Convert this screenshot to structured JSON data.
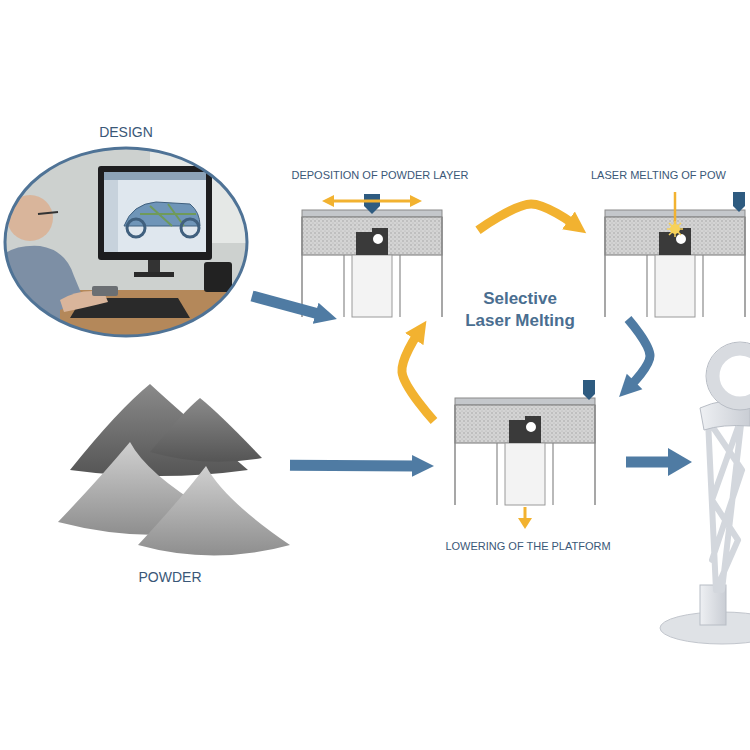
{
  "diagram": {
    "nodes": [
      {
        "text": [
          "DESIGN"
        ]
      },
      {
        "text": [
          "DEPOSITION OF POWDER LAYER"
        ]
      },
      {
        "text": [
          "LASER MELTING OF POW"
        ]
      },
      {
        "text": [
          "POWDER"
        ]
      },
      {
        "text": [
          "LOWERING OF THE PLATFORM"
        ]
      }
    ],
    "edges": [
      {
        "from": 0,
        "to": 1,
        "arrow": "to"
      },
      {
        "from": 3,
        "to": 4,
        "arrow": "to"
      },
      {
        "from": 1,
        "to": 2,
        "arrow": "to"
      },
      {
        "from": 2,
        "to": 4,
        "arrow": "to"
      },
      {
        "from": 4,
        "to": 1,
        "arrow": "to"
      }
    ],
    "labels": [
      "Selective Laser Melting"
    ]
  }
}
